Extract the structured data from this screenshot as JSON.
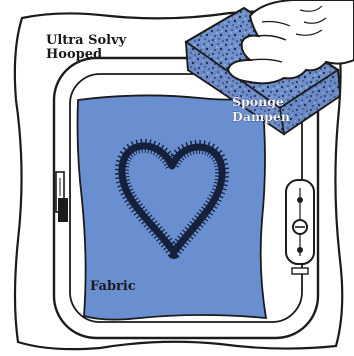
{
  "illustration": {
    "labels": {
      "stabilizer": [
        "Ultra Solvy",
        "Hooped"
      ],
      "sponge": [
        "Sponge",
        "Dampen"
      ],
      "fabric": "Fabric"
    },
    "colors": {
      "fabric": "#6a8fd1",
      "sponge": "#6f8fca",
      "outline": "#1b1b1b",
      "stabilizer": "#ffffff",
      "hoop_frame": "#ffffff"
    },
    "icons": [
      "heart-embroidery",
      "hand",
      "sponge",
      "embroidery-hoop",
      "hoop-clamp",
      "hoop-screw"
    ]
  }
}
